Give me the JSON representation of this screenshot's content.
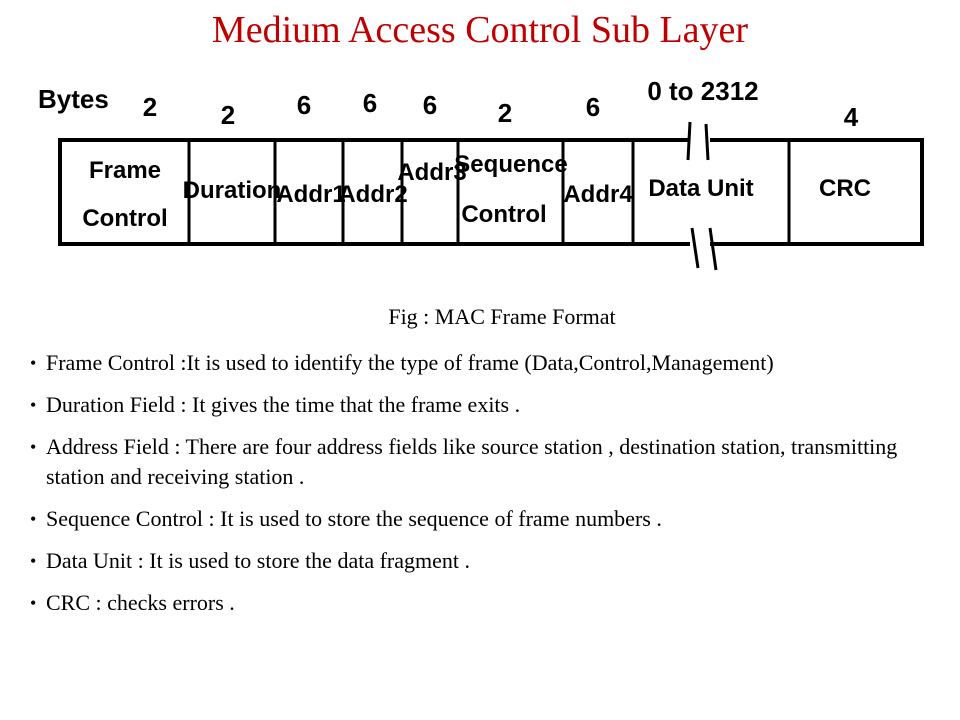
{
  "title": "Medium Access Control Sub Layer",
  "diagram": {
    "bytes_label": "Bytes",
    "fields": [
      {
        "label_lines": [
          "Frame",
          "Control"
        ],
        "bytes": "2"
      },
      {
        "label_lines": [
          "Duration"
        ],
        "bytes": "2"
      },
      {
        "label_lines": [
          "Addr1"
        ],
        "bytes": "6"
      },
      {
        "label_lines": [
          "Addr2"
        ],
        "bytes": "6"
      },
      {
        "label_lines": [
          "Addr3"
        ],
        "bytes": "6"
      },
      {
        "label_lines": [
          "Sequence",
          "Control"
        ],
        "bytes": "2"
      },
      {
        "label_lines": [
          "Addr4"
        ],
        "bytes": "6"
      },
      {
        "label_lines": [
          "Data Unit"
        ],
        "bytes": "0 to 2312"
      },
      {
        "label_lines": [
          "CRC"
        ],
        "bytes": "4"
      }
    ]
  },
  "caption": "Fig : MAC Frame Format",
  "bullets": [
    "Frame Control :It is used to identify the type of frame (Data,Control,Management)",
    "Duration Field : It gives the time that the frame exits .",
    "Address Field : There are four address fields like source station , destination station, transmitting station  and receiving station .",
    "Sequence Control : It is used to store the sequence of frame numbers .",
    "Data Unit : It is used to store the data fragment .",
    "CRC : checks errors ."
  ]
}
